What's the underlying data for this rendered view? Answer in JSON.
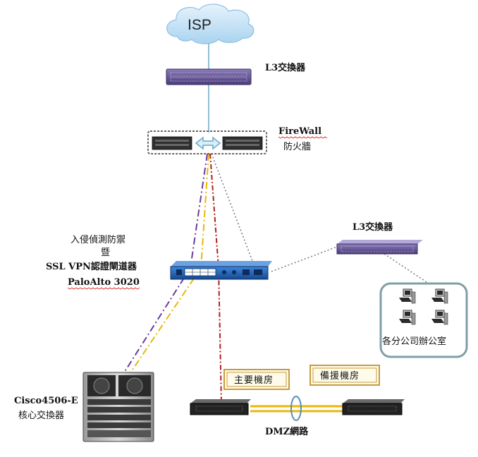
{
  "isp": {
    "label": "ISP"
  },
  "top_switch": {
    "label": "L3交換器"
  },
  "firewall": {
    "label_line1": "FireWall",
    "label_line2": "防火牆"
  },
  "ids": {
    "line1": "入侵偵測防禦",
    "line2": "暨",
    "line3": "SSL VPN認證閘道器",
    "line4": "PaloAlto 3020"
  },
  "right_switch": {
    "label": "L3交換器"
  },
  "offices": {
    "label": "各分公司辦公室"
  },
  "core_switch": {
    "label_line1": "Cisco4506-E",
    "label_line2": "核心交換器"
  },
  "dmz": {
    "primary_label": "主要機房",
    "backup_label": "備援機房",
    "network_label": "DMZ網路"
  },
  "colors": {
    "switch_purple": "#5d4e8c",
    "paloalto_blue": "#1c5fb5",
    "line_purple": "#6a3d9a",
    "line_yellow": "#e8b70a",
    "line_red": "#b3201c",
    "line_gray": "#7a7a7a",
    "link_blue": "#6aa9c8"
  }
}
